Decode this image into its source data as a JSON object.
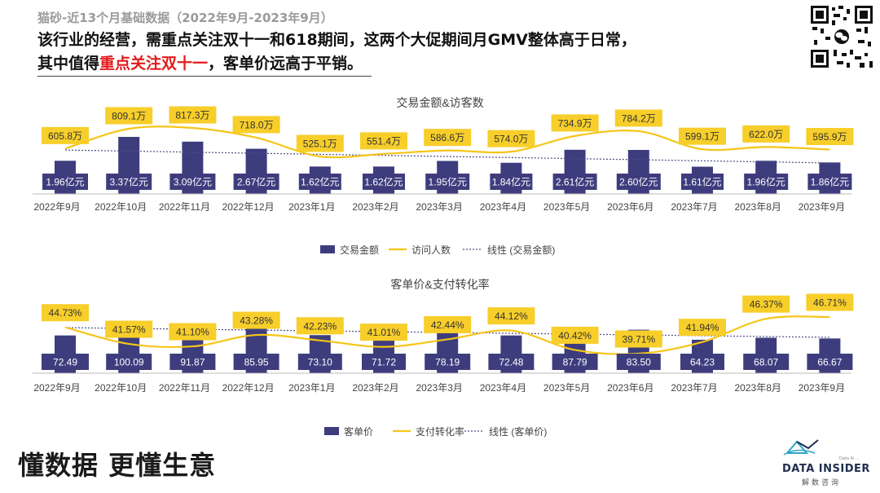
{
  "header": {
    "subtitle": "猫砂-近13个月基础数据（2022年9月-2023年9月）",
    "line1": "该行业的经营，需重点关注双十一和618期间，这两个大促期间月GMV整体高于日常，",
    "line2_pre": "其中值得",
    "line2_highlight": "重点关注双十一",
    "line2_post": "，客单价远高于平销。"
  },
  "footer": {
    "slogan": "懂数据 更懂生意",
    "brand": "DATA INSIDER",
    "brand_sub": "解数咨询",
    "brand_tiny": "Data Ai ..."
  },
  "colors": {
    "bar": "#3d3d7e",
    "line": "#f5c518",
    "label_bg": "#f7ce2a",
    "trend": "#4d4d8a",
    "highlight": "#e21b1b"
  },
  "chart_data": [
    {
      "type": "bar",
      "title": "交易金额&访客数",
      "categories": [
        "2022年9月",
        "2022年10月",
        "2022年11月",
        "2022年12月",
        "2023年1月",
        "2023年2月",
        "2023年3月",
        "2023年4月",
        "2023年5月",
        "2023年6月",
        "2023年7月",
        "2023年8月",
        "2023年9月"
      ],
      "series": [
        {
          "name": "交易金额",
          "kind": "bar",
          "values": [
            1.96,
            3.37,
            3.09,
            2.67,
            1.62,
            1.62,
            1.95,
            1.84,
            2.61,
            2.6,
            1.61,
            1.96,
            1.86
          ],
          "labels": [
            "1.96亿元",
            "3.37亿元",
            "3.09亿元",
            "2.67亿元",
            "1.62亿元",
            "1.62亿元",
            "1.95亿元",
            "1.84亿元",
            "2.61亿元",
            "2.60亿元",
            "1.61亿元",
            "1.96亿元",
            "1.86亿元"
          ]
        },
        {
          "name": "访问人数",
          "kind": "line",
          "values": [
            605.8,
            809.1,
            817.3,
            718.0,
            525.1,
            551.4,
            586.6,
            574.0,
            734.9,
            784.2,
            599.1,
            622.0,
            595.9
          ],
          "labels": [
            "605.8万",
            "809.1万",
            "817.3万",
            "718.0万",
            "525.1万",
            "551.4万",
            "586.6万",
            "574.0万",
            "734.9万",
            "784.2万",
            "599.1万",
            "622.0万",
            "595.9万"
          ]
        },
        {
          "name": "线性 (交易金额)",
          "kind": "trend"
        }
      ],
      "legend": [
        "交易金额",
        "访问人数",
        "线性 (交易金额)"
      ],
      "legend_position": "bottom"
    },
    {
      "type": "bar",
      "title": "客单价&支付转化率",
      "categories": [
        "2022年9月",
        "2022年10月",
        "2022年11月",
        "2022年12月",
        "2023年1月",
        "2023年2月",
        "2023年3月",
        "2023年4月",
        "2023年5月",
        "2023年6月",
        "2023年7月",
        "2023年8月",
        "2023年9月"
      ],
      "series": [
        {
          "name": "客单价",
          "kind": "bar",
          "values": [
            72.49,
            100.09,
            91.87,
            85.95,
            73.1,
            71.72,
            78.19,
            72.48,
            87.79,
            83.5,
            64.23,
            68.07,
            66.67
          ],
          "labels": [
            "72.49",
            "100.09",
            "91.87",
            "85.95",
            "73.10",
            "71.72",
            "78.19",
            "72.48",
            "87.79",
            "83.50",
            "64.23",
            "68.07",
            "66.67"
          ]
        },
        {
          "name": "支付转化率",
          "kind": "line",
          "values": [
            44.73,
            41.57,
            41.1,
            43.28,
            42.23,
            41.01,
            42.44,
            44.12,
            40.42,
            39.71,
            41.94,
            46.37,
            46.71
          ],
          "labels": [
            "44.73%",
            "41.57%",
            "41.10%",
            "43.28%",
            "42.23%",
            "41.01%",
            "42.44%",
            "44.12%",
            "40.42%",
            "39.71%",
            "41.94%",
            "46.37%",
            "46.71%"
          ]
        },
        {
          "name": "线性 (客单价)",
          "kind": "trend"
        }
      ],
      "legend": [
        "客单价",
        "支付转化率",
        "线性 (客单价)"
      ],
      "legend_position": "bottom"
    }
  ]
}
